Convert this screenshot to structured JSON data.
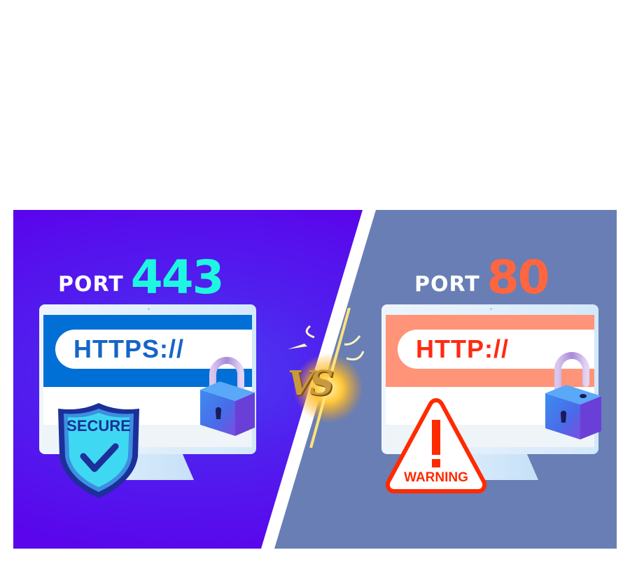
{
  "banner": {
    "colors": {
      "left_bg": "#5a05ec",
      "right_bg": "#687eb5",
      "divider": "#ffffff"
    },
    "left": {
      "port_word": "PORT",
      "port_number": "443",
      "port_number_color": "#1ef6e2",
      "url_text": "HTTPS://",
      "url_bar_color": "#006fd6",
      "url_text_color": "#1565c8",
      "lock_state": "closed",
      "badge_label": "SECURE",
      "badge_icon": "shield-check-icon"
    },
    "center": {
      "vs_label": "VS"
    },
    "right": {
      "port_word": "PORT",
      "port_number": "80",
      "port_number_color": "#ff6640",
      "url_text": "HTTP://",
      "url_bar_color": "#ff9478",
      "url_text_color": "#ff2a12",
      "lock_state": "open",
      "badge_label": "WARNING",
      "badge_icon": "warning-triangle-icon"
    }
  }
}
